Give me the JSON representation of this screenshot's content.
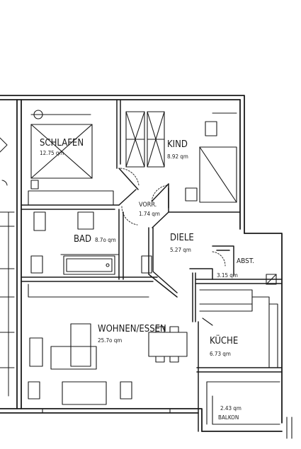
{
  "plan": {
    "rooms": [
      {
        "id": "schlafen",
        "name": "SCHLAFEN",
        "area": "12.75 qm"
      },
      {
        "id": "kind",
        "name": "KIND",
        "area": "8.92 qm"
      },
      {
        "id": "vorr",
        "name": "VORR.",
        "area": "1.74 qm"
      },
      {
        "id": "bad",
        "name": "BAD",
        "area": "8.7o qm"
      },
      {
        "id": "diele",
        "name": "DIELE",
        "area": "5.27 qm"
      },
      {
        "id": "abst",
        "name": "ABST.",
        "area": "3.15 qm"
      },
      {
        "id": "wohnen",
        "name": "WOHNEN/ESSEN",
        "area": "25.7o qm"
      },
      {
        "id": "kueche",
        "name": "KÜCHE",
        "area": "6.73 qm"
      },
      {
        "id": "balkon",
        "name": "BALKON",
        "area": "2.43 qm"
      }
    ],
    "colors": {
      "ink": "#1a1a1a",
      "paper": "#ffffff"
    }
  }
}
